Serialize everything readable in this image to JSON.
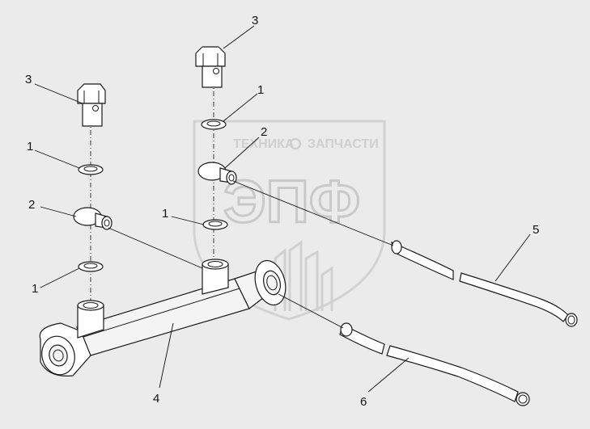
{
  "watermark": {
    "left_text": "ТЕХНИКА",
    "right_text": "ЗАПЧАСТИ",
    "logo_text": "ЭПФ"
  },
  "callouts": [
    {
      "id": "bolt-right",
      "text": "3"
    },
    {
      "id": "bolt-left",
      "text": "3"
    },
    {
      "id": "washer-top-right",
      "text": "1"
    },
    {
      "id": "banjo-right",
      "text": "2"
    },
    {
      "id": "washer-top-left",
      "text": "1"
    },
    {
      "id": "banjo-left",
      "text": "2"
    },
    {
      "id": "washer-mid-right",
      "text": "1"
    },
    {
      "id": "washer-low-left",
      "text": "1"
    },
    {
      "id": "hose-upper",
      "text": "5"
    },
    {
      "id": "cylinder",
      "text": "4"
    },
    {
      "id": "hose-lower",
      "text": "6"
    }
  ],
  "colors": {
    "background": "#ebebeb",
    "line": "#1a1a1a",
    "watermark": "#c9c9c9"
  }
}
